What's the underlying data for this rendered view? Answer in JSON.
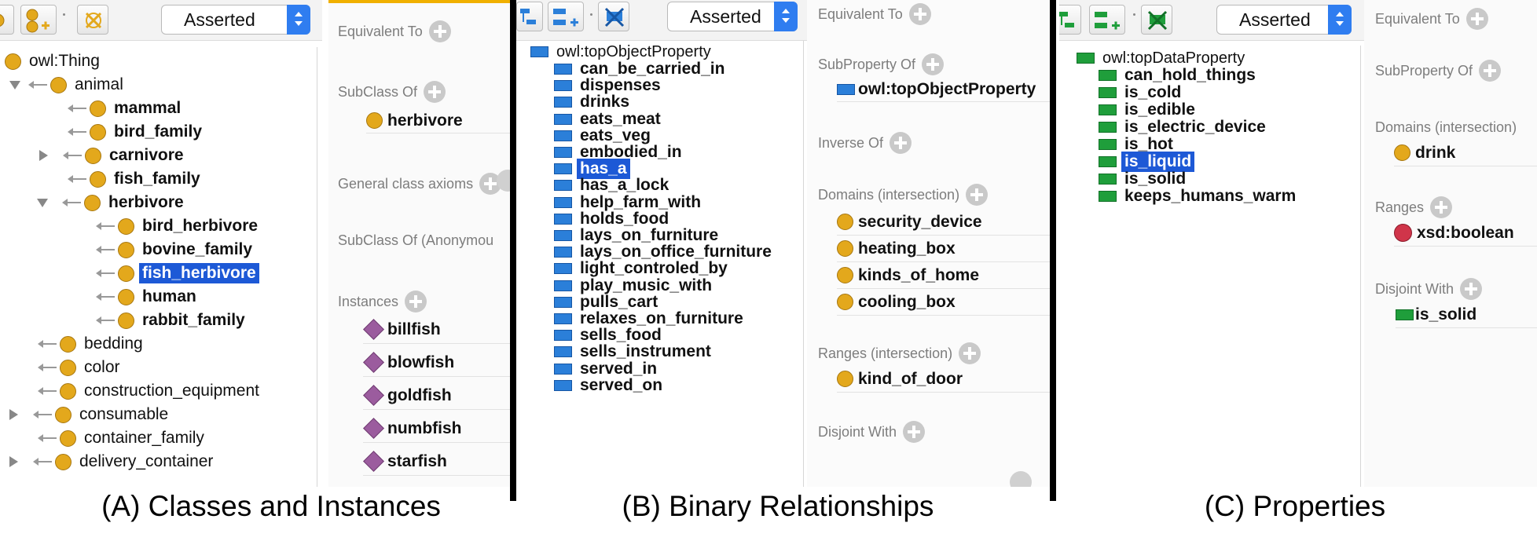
{
  "captions": {
    "a": "(A) Classes and Instances",
    "b": "(B) Binary Relationships",
    "c": "(C) Properties"
  },
  "toolbar": {
    "mode": "Asserted"
  },
  "panel_a": {
    "tree": [
      {
        "label": "owl:Thing",
        "bold": false
      },
      {
        "label": "animal",
        "bold": false
      },
      {
        "label": "mammal",
        "bold": true
      },
      {
        "label": "bird_family",
        "bold": true
      },
      {
        "label": "carnivore",
        "bold": true
      },
      {
        "label": "fish_family",
        "bold": true
      },
      {
        "label": "herbivore",
        "bold": true
      },
      {
        "label": "bird_herbivore",
        "bold": true
      },
      {
        "label": "bovine_family",
        "bold": true
      },
      {
        "label": "fish_herbivore",
        "bold": true,
        "selected": true
      },
      {
        "label": "human",
        "bold": true
      },
      {
        "label": "rabbit_family",
        "bold": true
      },
      {
        "label": "bedding",
        "bold": false
      },
      {
        "label": "color",
        "bold": false
      },
      {
        "label": "construction_equipment",
        "bold": false
      },
      {
        "label": "consumable",
        "bold": false
      },
      {
        "label": "container_family",
        "bold": false
      },
      {
        "label": "delivery_container",
        "bold": false
      }
    ],
    "desc": {
      "equivalent_to": "Equivalent To",
      "subclass_of": "SubClass Of",
      "subclass_value": "herbivore",
      "general_axioms": "General class axioms",
      "subclass_anon": "SubClass Of (Anonymou",
      "instances": "Instances",
      "instance_list": [
        "billfish",
        "blowfish",
        "goldfish",
        "numbfish",
        "starfish"
      ]
    }
  },
  "panel_b": {
    "root": "owl:topObjectProperty",
    "tree": [
      {
        "label": "can_be_carried_in"
      },
      {
        "label": "dispenses"
      },
      {
        "label": "drinks"
      },
      {
        "label": "eats_meat"
      },
      {
        "label": "eats_veg"
      },
      {
        "label": "embodied_in"
      },
      {
        "label": "has_a",
        "selected": true
      },
      {
        "label": "has_a_lock"
      },
      {
        "label": "help_farm_with"
      },
      {
        "label": "holds_food"
      },
      {
        "label": "lays_on_furniture"
      },
      {
        "label": "lays_on_office_furniture"
      },
      {
        "label": "light_controled_by"
      },
      {
        "label": "play_music_with"
      },
      {
        "label": "pulls_cart"
      },
      {
        "label": "relaxes_on_furniture"
      },
      {
        "label": "sells_food"
      },
      {
        "label": "sells_instrument"
      },
      {
        "label": "served_in"
      },
      {
        "label": "served_on"
      }
    ],
    "desc": {
      "equivalent_to": "Equivalent To",
      "subproperty_of": "SubProperty Of",
      "subproperty_value": "owl:topObjectProperty",
      "inverse_of": "Inverse Of",
      "domains": "Domains (intersection)",
      "domain_list": [
        "security_device",
        "heating_box",
        "kinds_of_home",
        "cooling_box"
      ],
      "ranges": "Ranges (intersection)",
      "range_list": [
        "kind_of_door"
      ],
      "disjoint_with": "Disjoint With"
    }
  },
  "panel_c": {
    "root": "owl:topDataProperty",
    "tree": [
      {
        "label": "can_hold_things"
      },
      {
        "label": "is_cold"
      },
      {
        "label": "is_edible"
      },
      {
        "label": "is_electric_device"
      },
      {
        "label": "is_hot"
      },
      {
        "label": "is_liquid",
        "selected": true
      },
      {
        "label": "is_solid"
      },
      {
        "label": "keeps_humans_warm"
      }
    ],
    "desc": {
      "equivalent_to": "Equivalent To",
      "subproperty_of": "SubProperty Of",
      "domains": "Domains (intersection)",
      "domain_value": "drink",
      "ranges": "Ranges",
      "range_value": "xsd:boolean",
      "disjoint_with": "Disjoint With",
      "disjoint_value": "is_solid"
    }
  },
  "colors": {
    "class": "#e3a81c",
    "object_property": "#2b7fd9",
    "data_property": "#1f9e3b",
    "individual": "#9b5c9e",
    "datatype": "#d0354a",
    "selection": "#1d59d6",
    "select_accent": "#2f7df0"
  },
  "icons": [
    "add-subclass-icon",
    "add-sibling-icon",
    "delete-icon",
    "expand-icon",
    "collapse-icon",
    "add-icon"
  ]
}
